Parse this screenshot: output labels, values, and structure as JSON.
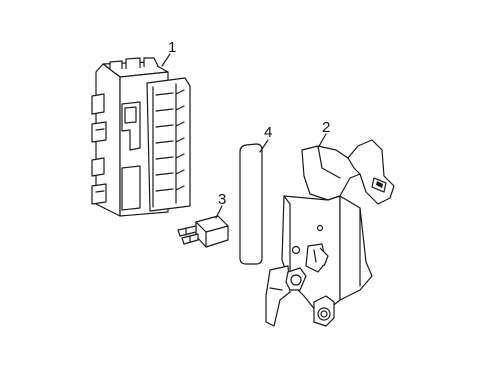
{
  "diagram": {
    "callouts": [
      {
        "id": "fuse-box",
        "label": "1"
      },
      {
        "id": "bracket",
        "label": "2"
      },
      {
        "id": "fuse",
        "label": "3"
      },
      {
        "id": "label-strip",
        "label": "4"
      }
    ]
  }
}
